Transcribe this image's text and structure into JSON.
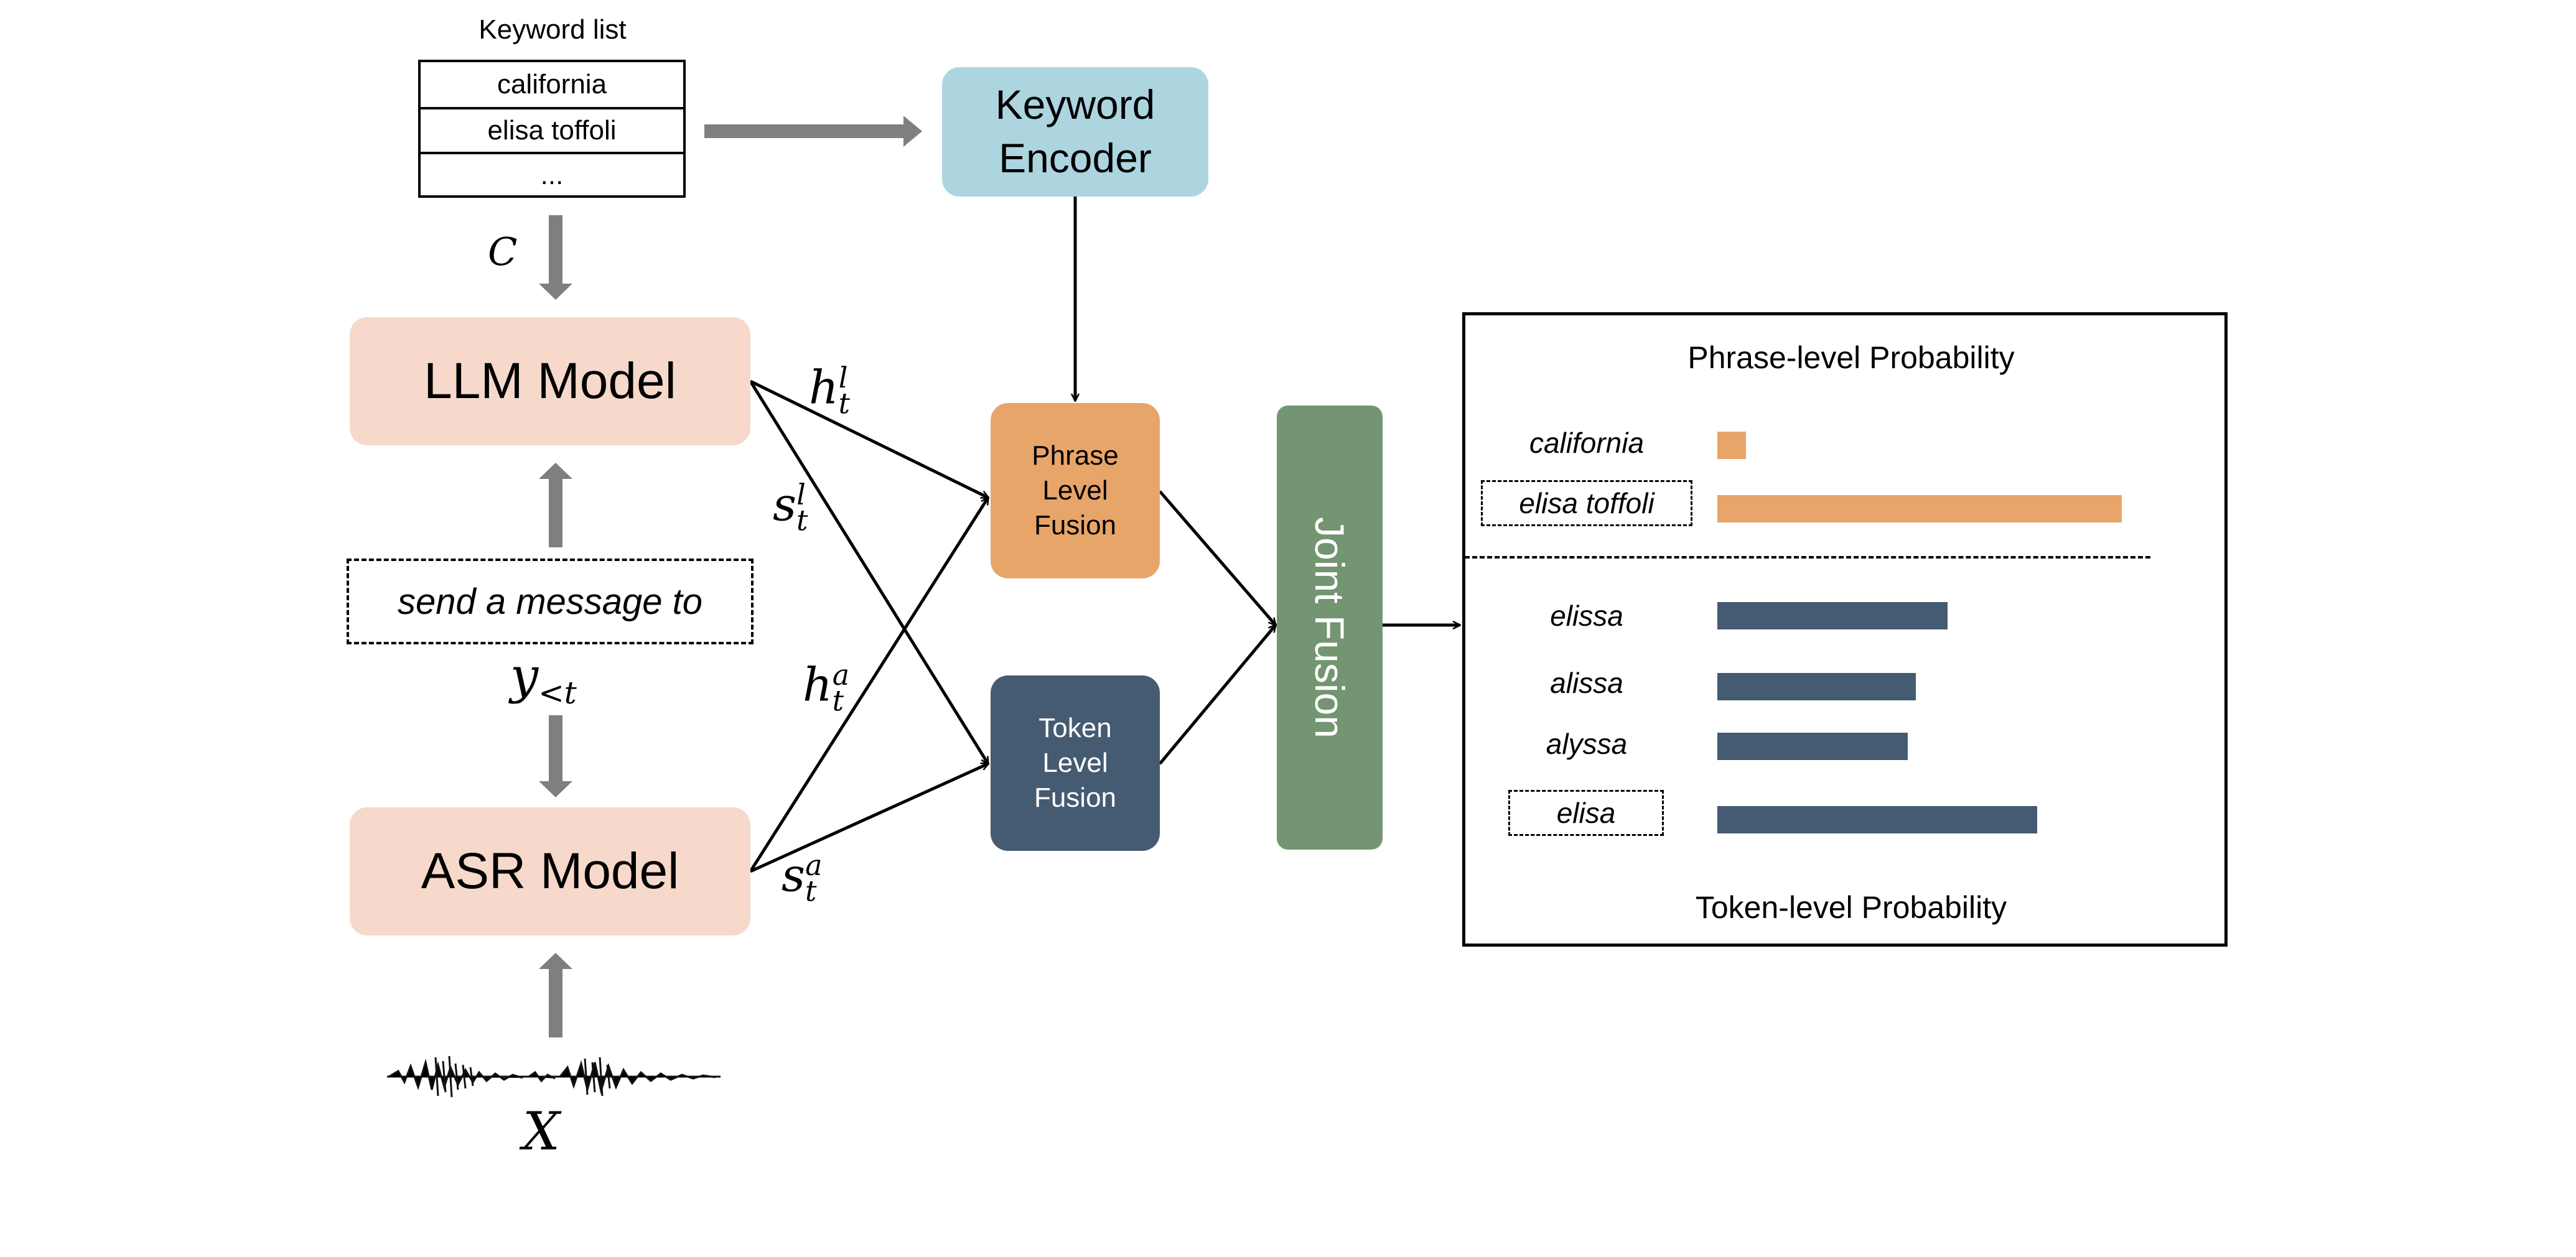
{
  "keyword_list": {
    "title": "Keyword list",
    "items": [
      "california",
      "elisa toffoli",
      "..."
    ]
  },
  "blocks": {
    "keyword_encoder": "Keyword Encoder",
    "llm_model": "LLM Model",
    "asr_model": "ASR Model",
    "phrase_fusion": "Phrase Level Fusion",
    "token_fusion": "Token Level Fusion",
    "joint_fusion": "Joint Fusion"
  },
  "context_text": "send a message to",
  "variables": {
    "C": "C",
    "X": "X",
    "y_base": "y",
    "y_sub": "<t",
    "h": "h",
    "s": "s",
    "t": "t",
    "l": "l",
    "a": "a"
  },
  "probability_panel": {
    "title": "Phrase-level Probability",
    "footer": "Token-level Probability",
    "phrase_items": [
      {
        "label": "california",
        "value": 0.07,
        "highlight": false
      },
      {
        "label": "elisa toffoli",
        "value": 1.0,
        "highlight": true
      }
    ],
    "token_items": [
      {
        "label": "elissa",
        "value": 0.57,
        "highlight": false
      },
      {
        "label": "alissa",
        "value": 0.49,
        "highlight": false
      },
      {
        "label": "alyssa",
        "value": 0.47,
        "highlight": false
      },
      {
        "label": "elisa",
        "value": 0.79,
        "highlight": true
      }
    ]
  },
  "colors": {
    "keyword_encoder": "#acd5e0",
    "model_block": "#f6d9ca",
    "phrase_fusion": "#e8a56a",
    "token_fusion": "#445b71",
    "joint_fusion": "#739572",
    "grey_arrow": "#7f7f7f",
    "phrase_bar": "#e8a56a",
    "token_bar": "#445b71"
  }
}
